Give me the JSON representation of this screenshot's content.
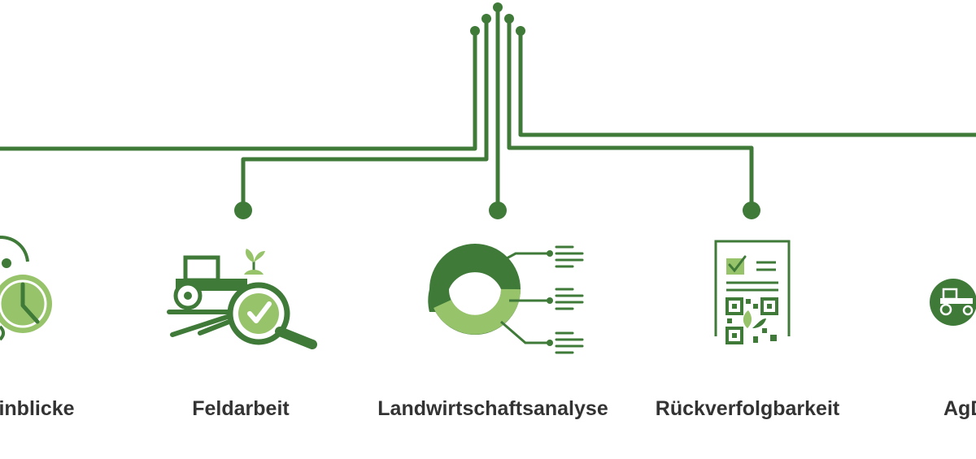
{
  "colors": {
    "dark_green": "#3f7a39",
    "light_green": "#97c36a",
    "text": "#333333",
    "background": "#ffffff"
  },
  "items": [
    {
      "label": "inblicke",
      "icon": "clock-insight-icon"
    },
    {
      "label": "Feldarbeit",
      "icon": "tractor-magnifier-check-icon"
    },
    {
      "label": "Landwirtschaftsanalyse",
      "icon": "donut-chart-icon"
    },
    {
      "label": "Rückverfolgbarkeit",
      "icon": "qr-document-check-icon"
    },
    {
      "label": "AgData",
      "icon": "tractor-circle-icon"
    }
  ]
}
